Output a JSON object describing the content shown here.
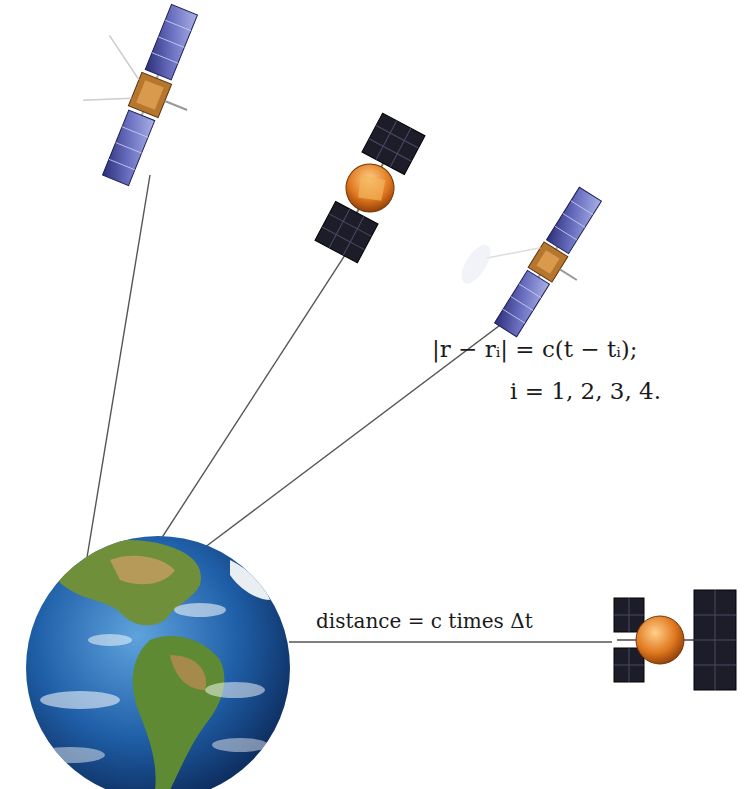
{
  "diagram": {
    "labels": [
      "|r − rᵢ| = c(t − tᵢ);",
      "i = 1, 2, 3, 4.",
      "distance = c times Δt"
    ]
  }
}
